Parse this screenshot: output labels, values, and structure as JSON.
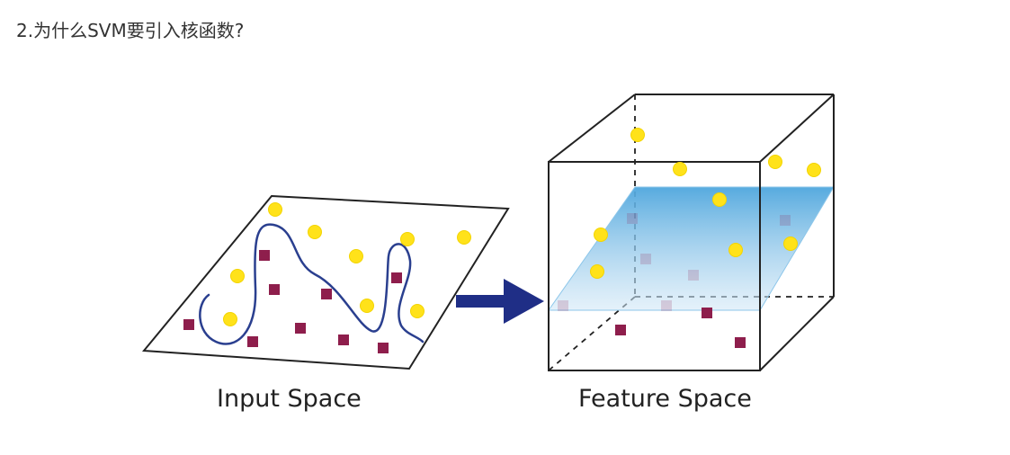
{
  "title": "2.为什么SVM要引入核函数?",
  "figure": {
    "input_label": "Input Space",
    "feature_label": "Feature Space"
  },
  "colors": {
    "circle": "#ffe21a",
    "square": "#8e1e4c",
    "curve": "#2a3f8f",
    "arrow": "#1f2e86",
    "plane": "#6fb7e3"
  },
  "icons": [
    "yellow-circle-point",
    "maroon-square-point",
    "right-arrow"
  ]
}
